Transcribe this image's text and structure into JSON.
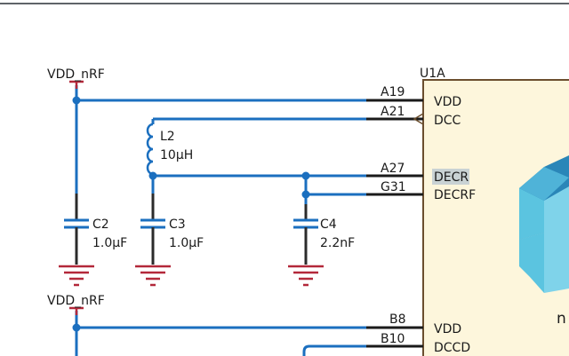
{
  "colors": {
    "wire": "#1b6fbf",
    "component": "#2b2b2b",
    "power_symbol": "#b3283a",
    "ic_body": "#fdf6dc",
    "ic_border": "#6b4e2e",
    "highlight": "#c9d2d4",
    "logo_light": "#5bc4e0",
    "logo_dark": "#2a86b8"
  },
  "power_labels": {
    "top": "VDD_nRF",
    "bottom": "VDD_nRF"
  },
  "ic": {
    "ref": "U1A",
    "partial_label": "n",
    "pins": [
      {
        "num": "A19",
        "name": "VDD"
      },
      {
        "num": "A21",
        "name": "DCC"
      },
      {
        "num": "A27",
        "name": "DECR"
      },
      {
        "num": "G31",
        "name": "DECRF"
      },
      {
        "num": "B8",
        "name": "VDD"
      },
      {
        "num": "B10",
        "name": "DCCD"
      }
    ]
  },
  "components": {
    "L2": {
      "ref": "L2",
      "value": "10µH"
    },
    "C2": {
      "ref": "C2",
      "value": "1.0µF"
    },
    "C3": {
      "ref": "C3",
      "value": "1.0µF"
    },
    "C4": {
      "ref": "C4",
      "value": "2.2nF"
    }
  }
}
